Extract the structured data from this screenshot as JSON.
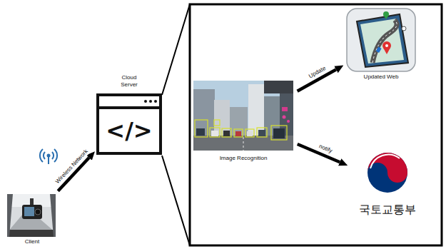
{
  "diagram": {
    "nodes": [
      {
        "text": [
          "Client"
        ]
      },
      {
        "text": [
          "Cloud Server",
          "</>"
        ]
      },
      {
        "text": [
          "Image Recognition"
        ]
      },
      {
        "text": [
          "Updated Web"
        ]
      },
      {
        "text": [
          "국토교통부"
        ]
      }
    ],
    "edges": [
      {
        "from": 0,
        "to": 1,
        "label": "Wireless Network",
        "arrow": "to"
      },
      {
        "from": 2,
        "to": 3,
        "label": "Update",
        "arrow": "to"
      },
      {
        "from": 2,
        "to": 4,
        "label": "notify",
        "arrow": "to"
      }
    ]
  }
}
